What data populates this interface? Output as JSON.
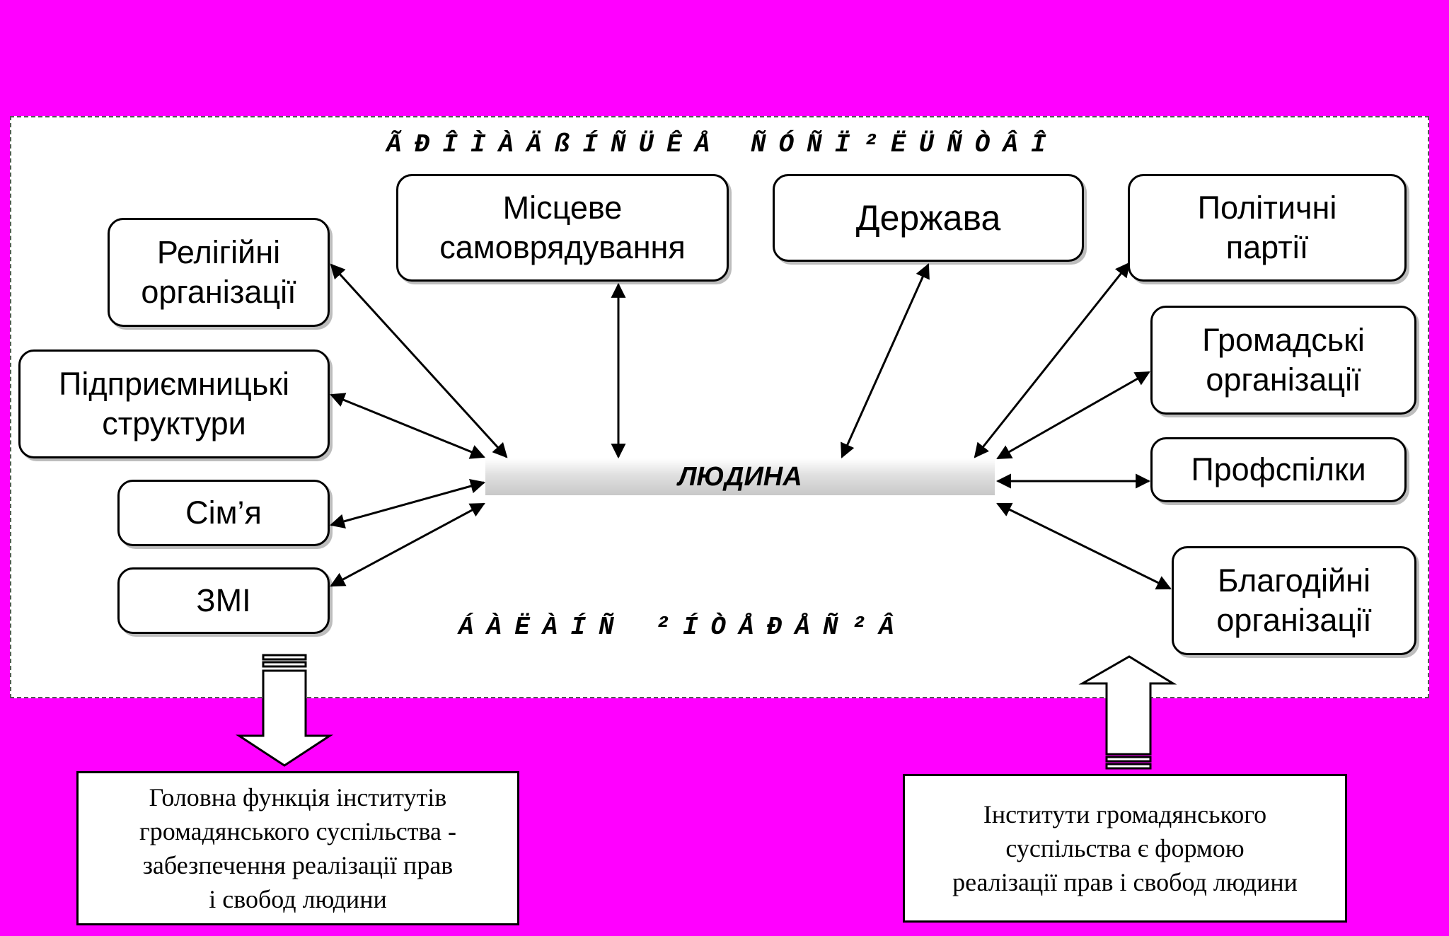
{
  "diagram": {
    "header_garbled": "ÃÐÎÌÀÄßÍÑÜÊÅ ÑÓÑÏ²ËÜÑÒÂÎ",
    "footer_garbled": "ÁÀËÀÍÑ  ²ÍÒÅÐÅÑ²Â",
    "center_label": "ЛЮДИНА",
    "nodes": {
      "religious": "Релігійні\nорганізації",
      "local_government": "Місцеве\nсамоврядування",
      "state": "Держава",
      "political_parties": "Політичні\nпартії",
      "business": "Підприємницькі\nструктури",
      "public_orgs": "Громадські\nорганізації",
      "family": "Сім’я",
      "trade_unions": "Профспілки",
      "media": "ЗМІ",
      "charity": "Благодійні\nорганізації"
    },
    "notes": {
      "left": "Головна функція інститутів\nгромадянського суспільства -\nзабезпечення реалізації прав\nі свобод людини",
      "right": "Інститути громадянського\nсуспільства є формою\nреалізації прав і свобод людини"
    }
  }
}
